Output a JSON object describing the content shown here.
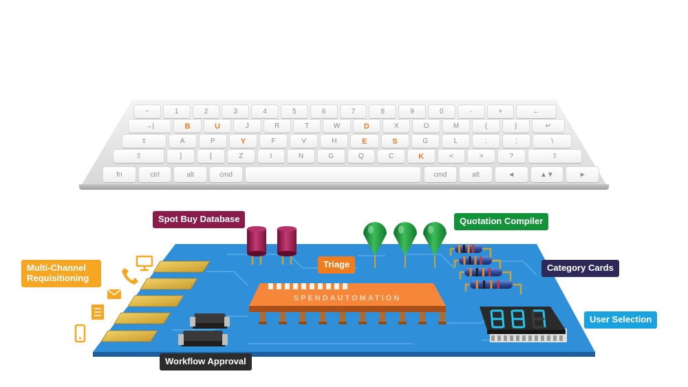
{
  "keyboard": {
    "rows": [
      [
        {
          "l": "~"
        },
        {
          "l": "1"
        },
        {
          "l": "2"
        },
        {
          "l": "3"
        },
        {
          "l": "4"
        },
        {
          "l": "5"
        },
        {
          "l": "6"
        },
        {
          "l": "7"
        },
        {
          "l": "8"
        },
        {
          "l": "9"
        },
        {
          "l": "0"
        },
        {
          "l": "-"
        },
        {
          "l": "+"
        },
        {
          "l": "←"
        }
      ],
      [
        {
          "l": "→|"
        },
        {
          "l": "B",
          "hl": true
        },
        {
          "l": "U",
          "hl": true
        },
        {
          "l": "J"
        },
        {
          "l": "R"
        },
        {
          "l": "T"
        },
        {
          "l": "W"
        },
        {
          "l": "D",
          "hl": true
        },
        {
          "l": "X"
        },
        {
          "l": "O"
        },
        {
          "l": "M"
        },
        {
          "l": "{"
        },
        {
          "l": "}"
        },
        {
          "l": "↵"
        }
      ],
      [
        {
          "l": "⇪"
        },
        {
          "l": "A"
        },
        {
          "l": "P"
        },
        {
          "l": "Y",
          "hl": true
        },
        {
          "l": "F"
        },
        {
          "l": "V"
        },
        {
          "l": "H"
        },
        {
          "l": "E",
          "hl": true
        },
        {
          "l": "S",
          "hl": true
        },
        {
          "l": "G"
        },
        {
          "l": "L"
        },
        {
          "l": ":"
        },
        {
          "l": ";"
        },
        {
          "l": "\\"
        }
      ],
      [
        {
          "l": "⇧"
        },
        {
          "l": "]"
        },
        {
          "l": "["
        },
        {
          "l": "Z"
        },
        {
          "l": "I"
        },
        {
          "l": "N"
        },
        {
          "l": "G"
        },
        {
          "l": "Q"
        },
        {
          "l": "C"
        },
        {
          "l": "K",
          "hl": true
        },
        {
          "l": "<"
        },
        {
          "l": ">"
        },
        {
          "l": "?"
        },
        {
          "l": "⇧"
        }
      ],
      [
        {
          "l": "fn"
        },
        {
          "l": "ctrl"
        },
        {
          "l": "alt"
        },
        {
          "l": "cmd"
        },
        {
          "l": ""
        },
        {
          "l": "cmd"
        },
        {
          "l": "alt"
        },
        {
          "l": "◄"
        },
        {
          "l": "▲▼"
        },
        {
          "l": "►"
        }
      ]
    ]
  },
  "labels": {
    "spot_buy_database": "Spot Buy Database",
    "quotation_compiler": "Quotation Compiler",
    "triage": "Triage",
    "category_cards": "Category Cards",
    "multi_channel": "Multi-Channel Requisitioning",
    "user_selection": "User Selection",
    "workflow_approval": "Workflow Approval"
  },
  "chip": {
    "text": "SPENDAUTOMATION"
  },
  "display": {
    "digits": [
      "8",
      "8",
      "7"
    ]
  },
  "colors": {
    "board": "#2f8fd8",
    "spot_buy": "#8a1c4c",
    "quotation": "#14923a",
    "triage": "#f07c1e",
    "category": "#2d2a5a",
    "multi_channel": "#f5a623",
    "user_selection": "#1aa3de",
    "workflow": "#2c2c2c"
  },
  "icons": [
    "monitor-icon",
    "phone-icon",
    "mail-icon",
    "document-icon",
    "mobile-icon"
  ]
}
